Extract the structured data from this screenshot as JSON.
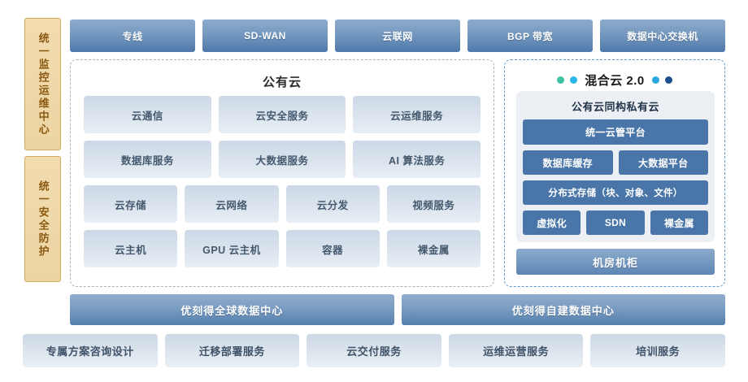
{
  "sidebar": {
    "blocks": [
      {
        "label": "统一监控运维中心",
        "name": "unified-monitoring-ops-center"
      },
      {
        "label": "统一安全防护",
        "name": "unified-security-protection"
      }
    ],
    "color": "#ecd4a2",
    "border_color": "#d3a95c",
    "text_color": "#8a5a12"
  },
  "network_row": {
    "items": [
      {
        "label": "专线"
      },
      {
        "label": "SD-WAN"
      },
      {
        "label": "云联网"
      },
      {
        "label": "BGP 带宽"
      },
      {
        "label": "数据中心交换机"
      }
    ],
    "color": "#5e85b4"
  },
  "public_cloud": {
    "title": "公有云",
    "border_style": "dashed",
    "border_color": "#b7b0a6",
    "rows": [
      [
        {
          "label": "云通信"
        },
        {
          "label": "云安全服务"
        },
        {
          "label": "云运维服务"
        }
      ],
      [
        {
          "label": "数据库服务"
        },
        {
          "label": "大数据服务"
        },
        {
          "label": "AI 算法服务"
        }
      ],
      [
        {
          "label": "云存储"
        },
        {
          "label": "云网络"
        },
        {
          "label": "云分发"
        },
        {
          "label": "视频服务"
        }
      ],
      [
        {
          "label": "云主机"
        },
        {
          "label": "GPU 云主机"
        },
        {
          "label": "容器"
        },
        {
          "label": "裸金属"
        }
      ]
    ],
    "cell_color": "#dbe4ee",
    "cell_text_color": "#45586e"
  },
  "hybrid_cloud": {
    "title": "混合云 2.0",
    "border_color": "#5b9bd5",
    "dots": [
      {
        "color": "#3fc0a0",
        "position": "left"
      },
      {
        "color": "#29b6e8",
        "position": "left"
      },
      {
        "color": "#29a8e0",
        "position": "right"
      },
      {
        "color": "#1b4f8a",
        "position": "right"
      }
    ],
    "inner_title": "公有云同构私有云",
    "inner_bg": "#eceff3",
    "rows": [
      [
        {
          "label": "统一云管平台"
        }
      ],
      [
        {
          "label": "数据库缓存"
        },
        {
          "label": "大数据平台"
        }
      ],
      [
        {
          "label": "分布式存储（块、对象、文件）"
        }
      ],
      [
        {
          "label": "虚拟化"
        },
        {
          "label": "SDN"
        },
        {
          "label": "裸金属"
        }
      ]
    ],
    "cell_color": "#4a75a8",
    "datacenter_rack": {
      "label": "机房机柜"
    }
  },
  "datacenter_row": {
    "items": [
      {
        "label": "优刻得全球数据中心"
      },
      {
        "label": "优刻得自建数据中心"
      }
    ],
    "color": "#5580ae"
  },
  "services_row": {
    "items": [
      {
        "label": "专属方案咨询设计"
      },
      {
        "label": "迁移部署服务"
      },
      {
        "label": "云交付服务"
      },
      {
        "label": "运维运营服务"
      },
      {
        "label": "培训服务"
      }
    ],
    "color": "#dde5ee"
  }
}
